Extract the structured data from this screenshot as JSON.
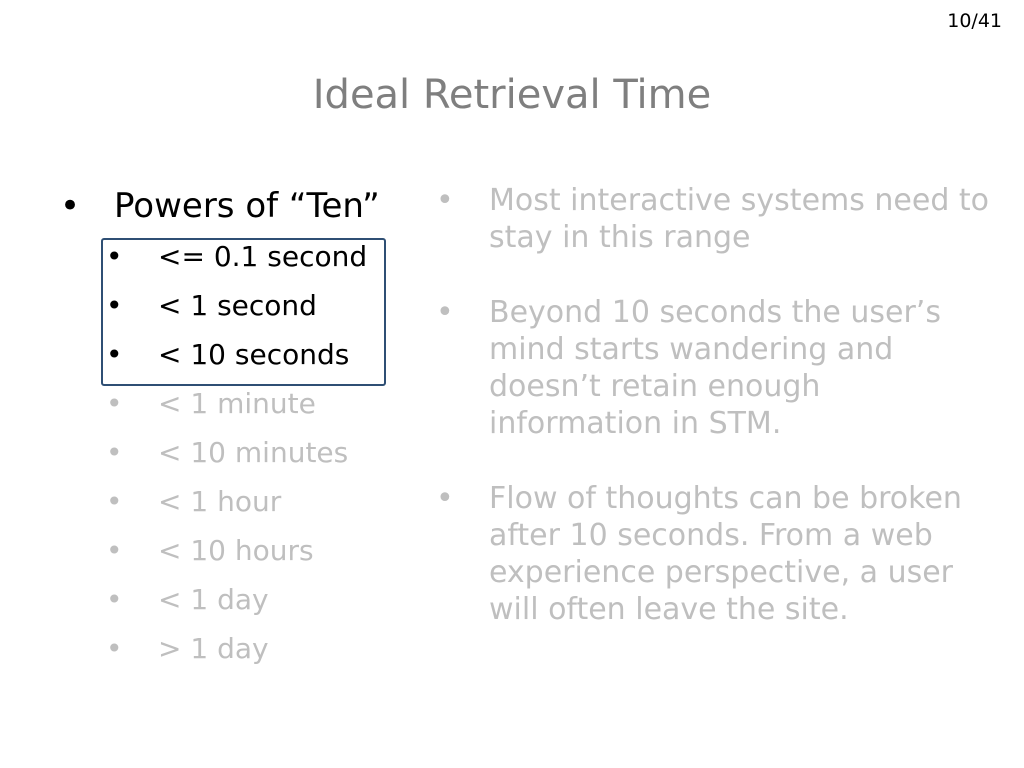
{
  "slide": {
    "page_number": "10/41",
    "title": "Ideal Retrieval Time",
    "main_bullet": "Powers of “Ten”",
    "bullet_glyph": "•",
    "time_items": [
      "<= 0.1 second",
      "< 1 second",
      "< 10 seconds",
      "< 1 minute",
      "< 10 minutes",
      "< 1 hour",
      "< 10 hours",
      "< 1 day",
      "> 1 day"
    ],
    "notes": [
      "Most interactive systems need to stay in this range",
      "Beyond 10 seconds the user’s mind starts wandering and doesn’t retain enough information in STM.",
      "Flow of thoughts can be broken after 10 seconds. From a web experience perspective, a user will often leave the site."
    ]
  },
  "colors": {
    "title": "#7f7f7f",
    "dark_text": "#000000",
    "faded_text": "#bfbfbf",
    "highlight_border": "#2f4f74"
  }
}
